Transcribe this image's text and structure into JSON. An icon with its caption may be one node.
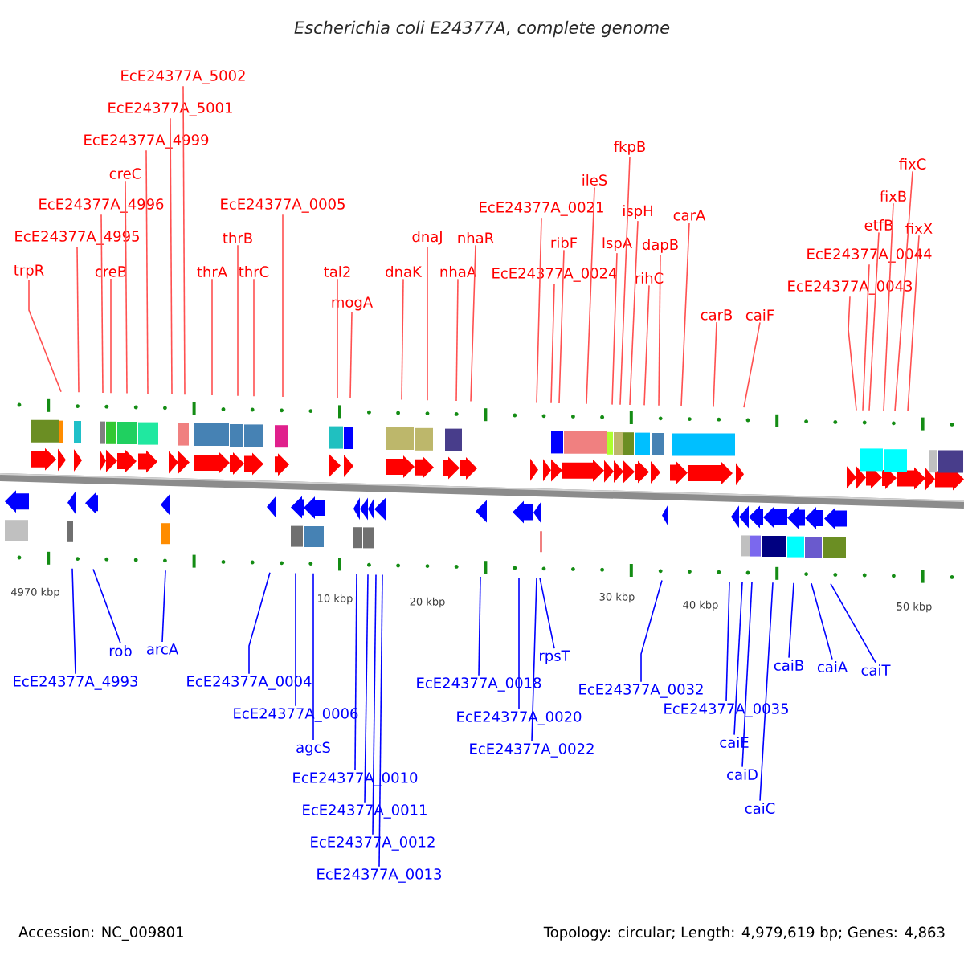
{
  "diagram": {
    "title": "Escherichia coli E24377A, complete genome",
    "nodes": [
      {
        "text": [
          "trpR"
        ]
      },
      {
        "text": [
          "EcE24377A_4995"
        ]
      },
      {
        "text": [
          "creB"
        ]
      },
      {
        "text": [
          "EcE24377A_4996"
        ]
      },
      {
        "text": [
          "creC"
        ]
      },
      {
        "text": [
          "EcE24377A_4999"
        ]
      },
      {
        "text": [
          "EcE24377A_5001"
        ]
      },
      {
        "text": [
          "EcE24377A_5002"
        ]
      },
      {
        "text": [
          "thrA"
        ]
      },
      {
        "text": [
          "thrB"
        ]
      },
      {
        "text": [
          "thrC"
        ]
      },
      {
        "text": [
          "EcE24377A_0005"
        ]
      },
      {
        "text": [
          "tal2"
        ]
      },
      {
        "text": [
          "mogA"
        ]
      },
      {
        "text": [
          "dnaK"
        ]
      },
      {
        "text": [
          "dnaJ"
        ]
      },
      {
        "text": [
          "nhaA"
        ]
      },
      {
        "text": [
          "nhaR"
        ]
      },
      {
        "text": [
          "EcE24377A_0021"
        ]
      },
      {
        "text": [
          "EcE24377A_0024"
        ]
      },
      {
        "text": [
          "ribF"
        ]
      },
      {
        "text": [
          "ileS"
        ]
      },
      {
        "text": [
          "lspA"
        ]
      },
      {
        "text": [
          "fkpB"
        ]
      },
      {
        "text": [
          "ispH"
        ]
      },
      {
        "text": [
          "rihC"
        ]
      },
      {
        "text": [
          "dapB"
        ]
      },
      {
        "text": [
          "carA"
        ]
      },
      {
        "text": [
          "carB"
        ]
      },
      {
        "text": [
          "caiF"
        ]
      },
      {
        "text": [
          "EcE24377A_0043"
        ]
      },
      {
        "text": [
          "EcE24377A_0044"
        ]
      },
      {
        "text": [
          "etfB"
        ]
      },
      {
        "text": [
          "fixB"
        ]
      },
      {
        "text": [
          "fixC"
        ]
      },
      {
        "text": [
          "fixX"
        ]
      },
      {
        "text": [
          "EcE24377A_4993"
        ]
      },
      {
        "text": [
          "rob"
        ]
      },
      {
        "text": [
          "arcA"
        ]
      },
      {
        "text": [
          "EcE24377A_0004"
        ]
      },
      {
        "text": [
          "EcE24377A_0006"
        ]
      },
      {
        "text": [
          "agcS"
        ]
      },
      {
        "text": [
          "EcE24377A_0010"
        ]
      },
      {
        "text": [
          "EcE24377A_0011"
        ]
      },
      {
        "text": [
          "EcE24377A_0012"
        ]
      },
      {
        "text": [
          "EcE24377A_0013"
        ]
      },
      {
        "text": [
          "EcE24377A_0018"
        ]
      },
      {
        "text": [
          "EcE24377A_0020"
        ]
      },
      {
        "text": [
          "rpsT"
        ]
      },
      {
        "text": [
          "EcE24377A_0022"
        ]
      },
      {
        "text": [
          "EcE24377A_0032"
        ]
      },
      {
        "text": [
          "EcE24377A_0035"
        ]
      },
      {
        "text": [
          "caiE"
        ]
      },
      {
        "text": [
          "caiD"
        ]
      },
      {
        "text": [
          "caiC"
        ]
      },
      {
        "text": [
          "caiB"
        ]
      },
      {
        "text": [
          "caiA"
        ]
      },
      {
        "text": [
          "caiT"
        ]
      }
    ],
    "edges": [
      {
        "from": 0,
        "to": null,
        "arrow": "none"
      },
      {
        "from": 1,
        "to": null,
        "arrow": "none"
      },
      {
        "from": 2,
        "to": null,
        "arrow": "none"
      },
      {
        "from": 3,
        "to": null,
        "arrow": "none"
      },
      {
        "from": 4,
        "to": null,
        "arrow": "none"
      },
      {
        "from": 5,
        "to": null,
        "arrow": "none"
      },
      {
        "from": 6,
        "to": null,
        "arrow": "none"
      },
      {
        "from": 7,
        "to": null,
        "arrow": "none"
      },
      {
        "from": 8,
        "to": null,
        "arrow": "none"
      },
      {
        "from": 9,
        "to": null,
        "arrow": "none"
      },
      {
        "from": 10,
        "to": null,
        "arrow": "none"
      },
      {
        "from": 11,
        "to": null,
        "arrow": "none"
      },
      {
        "from": 12,
        "to": null,
        "arrow": "none"
      },
      {
        "from": 13,
        "to": null,
        "arrow": "none"
      },
      {
        "from": 14,
        "to": null,
        "arrow": "none"
      },
      {
        "from": 15,
        "to": null,
        "arrow": "none"
      },
      {
        "from": 16,
        "to": null,
        "arrow": "none"
      },
      {
        "from": 17,
        "to": null,
        "arrow": "none"
      },
      {
        "from": 18,
        "to": null,
        "arrow": "none"
      },
      {
        "from": 19,
        "to": null,
        "arrow": "none"
      },
      {
        "from": 20,
        "to": null,
        "arrow": "none"
      },
      {
        "from": 21,
        "to": null,
        "arrow": "none"
      },
      {
        "from": 22,
        "to": null,
        "arrow": "none"
      },
      {
        "from": 23,
        "to": null,
        "arrow": "none"
      },
      {
        "from": 24,
        "to": null,
        "arrow": "none"
      },
      {
        "from": 25,
        "to": null,
        "arrow": "none"
      },
      {
        "from": 26,
        "to": null,
        "arrow": "none"
      },
      {
        "from": 27,
        "to": null,
        "arrow": "none"
      },
      {
        "from": 28,
        "to": null,
        "arrow": "none"
      },
      {
        "from": 29,
        "to": null,
        "arrow": "none"
      },
      {
        "from": 30,
        "to": null,
        "arrow": "none"
      },
      {
        "from": 31,
        "to": null,
        "arrow": "none"
      },
      {
        "from": 32,
        "to": null,
        "arrow": "none"
      },
      {
        "from": 33,
        "to": null,
        "arrow": "none"
      },
      {
        "from": 34,
        "to": null,
        "arrow": "none"
      },
      {
        "from": 35,
        "to": null,
        "arrow": "none"
      },
      {
        "from": 36,
        "to": null,
        "arrow": "none",
        "color": "#0000ff"
      },
      {
        "from": 37,
        "to": null,
        "arrow": "none",
        "color": "#0000ff"
      },
      {
        "from": 38,
        "to": null,
        "arrow": "none",
        "color": "#0000ff"
      },
      {
        "from": 39,
        "to": null,
        "arrow": "none",
        "color": "#0000ff"
      },
      {
        "from": 40,
        "to": null,
        "arrow": "none",
        "color": "#0000ff"
      },
      {
        "from": 41,
        "to": null,
        "arrow": "none",
        "color": "#0000ff"
      },
      {
        "from": 42,
        "to": null,
        "arrow": "none",
        "color": "#0000ff"
      },
      {
        "from": 43,
        "to": null,
        "arrow": "none",
        "color": "#0000ff"
      },
      {
        "from": 44,
        "to": null,
        "arrow": "none",
        "color": "#0000ff"
      },
      {
        "from": 45,
        "to": null,
        "arrow": "none",
        "color": "#0000ff"
      },
      {
        "from": 46,
        "to": null,
        "arrow": "none",
        "color": "#0000ff"
      },
      {
        "from": 47,
        "to": null,
        "arrow": "none",
        "color": "#0000ff"
      },
      {
        "from": 48,
        "to": null,
        "arrow": "none",
        "color": "#0000ff"
      },
      {
        "from": 49,
        "to": null,
        "arrow": "none",
        "color": "#0000ff"
      },
      {
        "from": 50,
        "to": null,
        "arrow": "none",
        "color": "#0000ff"
      },
      {
        "from": 51,
        "to": null,
        "arrow": "none",
        "color": "#0000ff"
      },
      {
        "from": 52,
        "to": null,
        "arrow": "none",
        "color": "#0000ff"
      },
      {
        "from": 53,
        "to": null,
        "arrow": "none",
        "color": "#0000ff"
      },
      {
        "from": 54,
        "to": null,
        "arrow": "none",
        "color": "#0000ff"
      },
      {
        "from": 55,
        "to": null,
        "arrow": "none",
        "color": "#0000ff"
      },
      {
        "from": 56,
        "to": null,
        "arrow": "none",
        "color": "#0000ff"
      },
      {
        "from": 57,
        "to": null,
        "arrow": "none",
        "color": "#0000ff"
      }
    ],
    "labels": [
      "4970 kbp",
      "10 kbp",
      "20 kbp",
      "30 kbp",
      "40 kbp",
      "50 kbp",
      "Accession: NC_009801",
      "Topology: circular; Length: 4,979,619 bp; Genes: 4,863"
    ]
  }
}
